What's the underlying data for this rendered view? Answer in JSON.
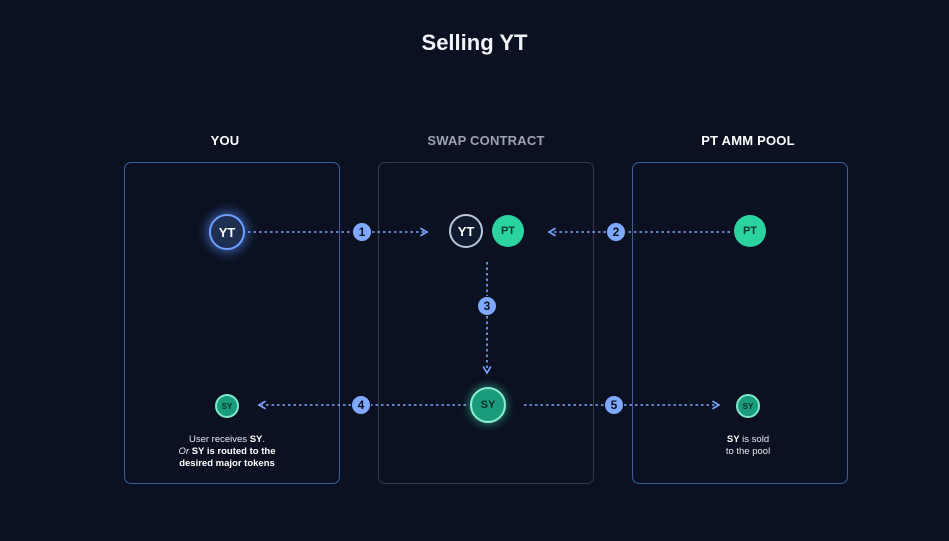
{
  "title": "Selling YT",
  "columns": {
    "you": "YOU",
    "swap": "SWAP CONTRACT",
    "pool": "PT AMM POOL"
  },
  "tokens": {
    "yt_you": "YT",
    "yt_swap": "YT",
    "pt_swap": "PT",
    "pt_pool": "PT",
    "sy_swap": "SY",
    "sy_you": "SY",
    "sy_pool": "SY"
  },
  "steps": [
    "1",
    "2",
    "3",
    "4",
    "5"
  ],
  "captions": {
    "you_line1_prefix": "User receives ",
    "you_line1_bold": "SY",
    "you_line1_suffix": ".",
    "you_line2_italic": "Or ",
    "you_line2_bold": "SY",
    "you_line2_rest": " is routed to the",
    "you_line3": "desired major tokens",
    "pool_line1_bold": "SY",
    "pool_line1_rest": " is sold",
    "pool_line2": "to the pool"
  },
  "colors": {
    "background": "#0b1120",
    "panel_border_blue": "#3a5f9c",
    "panel_border_grey": "#333b48",
    "arrow": "#7fa9ff",
    "pt_green": "#2bd3a0",
    "sy_green": "#1a9c7c",
    "title_swap_grey": "#9aa3b2"
  }
}
